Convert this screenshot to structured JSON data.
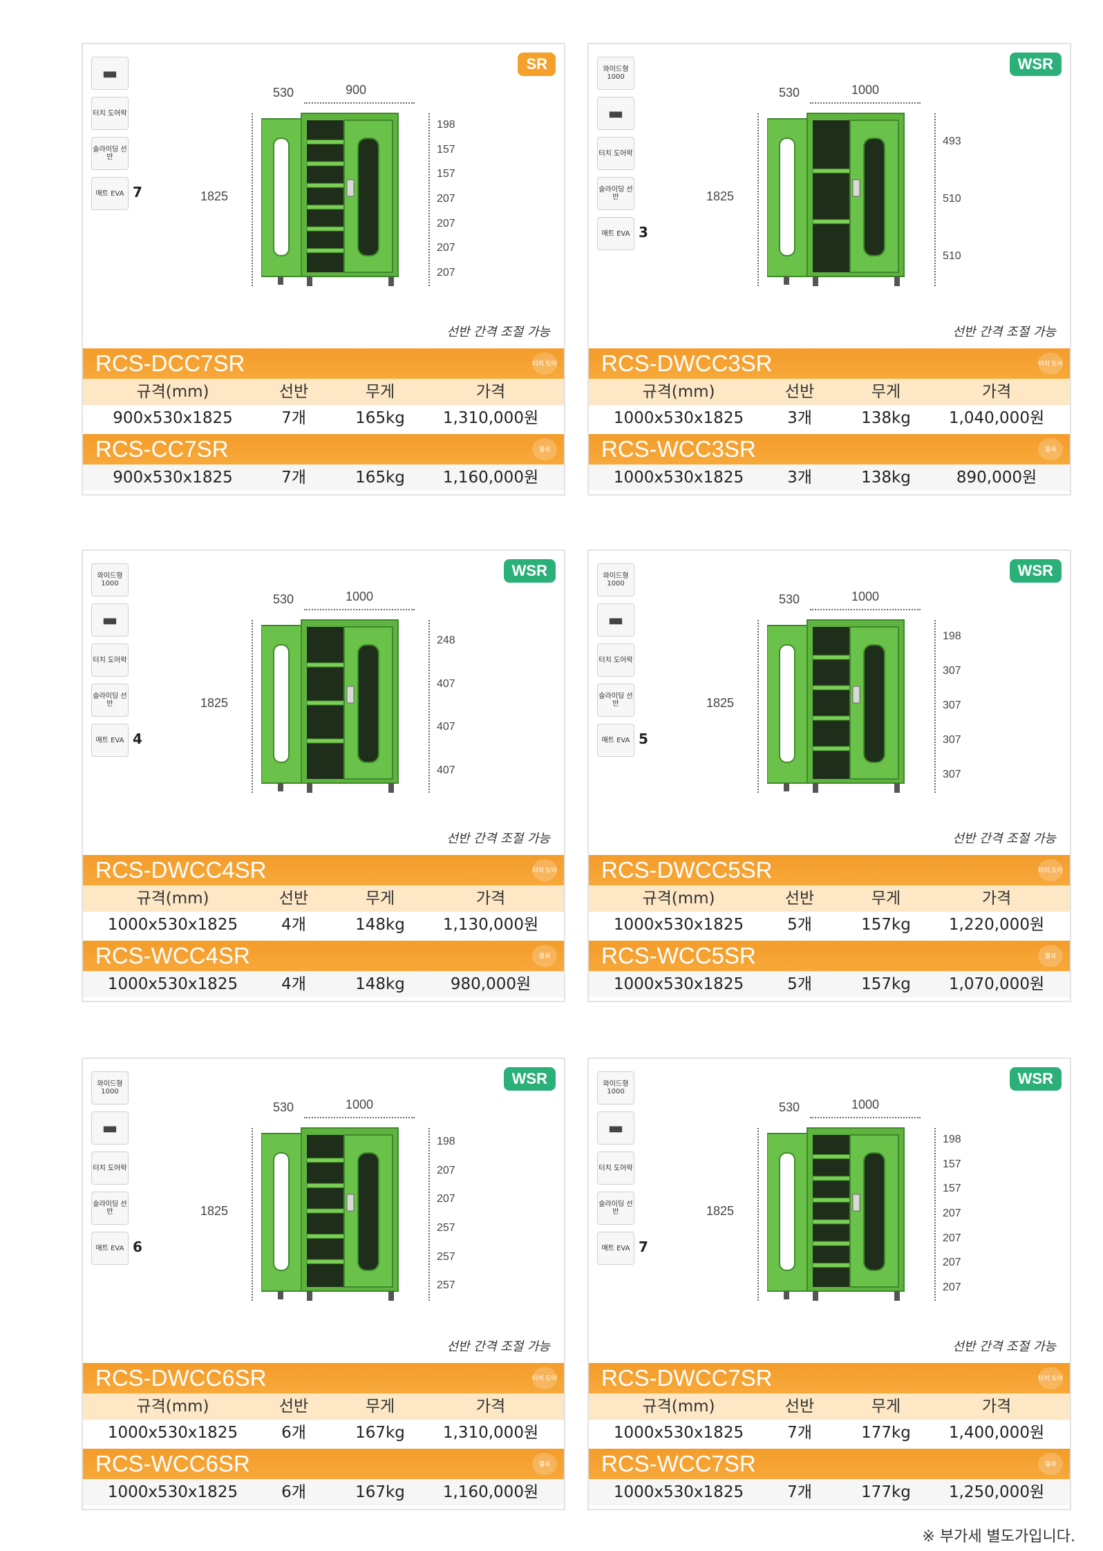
{
  "header_labels": {
    "spec": "규격(mm)",
    "shelf": "선반",
    "weight": "무게",
    "price": "가격"
  },
  "shelf_note": "선반 간격 조절 가능",
  "icon_labels": {
    "wide": "와이드형",
    "wide_value": "1000",
    "touch": "터치 도어락",
    "slide": "슬라이딩 선반",
    "mat": "매트 EVA",
    "tag_touch": "터치 도어락",
    "tag_key": "열쇠"
  },
  "footer": "※ 부가세 별도가입니다.",
  "cards": [
    {
      "badge": "SR",
      "wide": false,
      "mat_count": "7",
      "depth": "530",
      "width": "900",
      "height": "1825",
      "gaps": [
        "198",
        "157",
        "157",
        "207",
        "207",
        "207",
        "207"
      ],
      "model1": "RCS-DCC7SR",
      "model2": "RCS-CC7SR",
      "row1": {
        "spec": "900x530x1825",
        "shelf": "7개",
        "weight": "165kg",
        "price": "1,310,000원"
      },
      "row2": {
        "spec": "900x530x1825",
        "shelf": "7개",
        "weight": "165kg",
        "price": "1,160,000원"
      }
    },
    {
      "badge": "WSR",
      "wide": true,
      "mat_count": "3",
      "depth": "530",
      "width": "1000",
      "height": "1825",
      "gaps": [
        "493",
        "510",
        "510"
      ],
      "model1": "RCS-DWCC3SR",
      "model2": "RCS-WCC3SR",
      "row1": {
        "spec": "1000x530x1825",
        "shelf": "3개",
        "weight": "138kg",
        "price": "1,040,000원"
      },
      "row2": {
        "spec": "1000x530x1825",
        "shelf": "3개",
        "weight": "138kg",
        "price": "890,000원"
      }
    },
    {
      "badge": "WSR",
      "wide": true,
      "mat_count": "4",
      "depth": "530",
      "width": "1000",
      "height": "1825",
      "gaps": [
        "248",
        "407",
        "407",
        "407"
      ],
      "model1": "RCS-DWCC4SR",
      "model2": "RCS-WCC4SR",
      "row1": {
        "spec": "1000x530x1825",
        "shelf": "4개",
        "weight": "148kg",
        "price": "1,130,000원"
      },
      "row2": {
        "spec": "1000x530x1825",
        "shelf": "4개",
        "weight": "148kg",
        "price": "980,000원"
      }
    },
    {
      "badge": "WSR",
      "wide": true,
      "mat_count": "5",
      "depth": "530",
      "width": "1000",
      "height": "1825",
      "gaps": [
        "198",
        "307",
        "307",
        "307",
        "307"
      ],
      "model1": "RCS-DWCC5SR",
      "model2": "RCS-WCC5SR",
      "row1": {
        "spec": "1000x530x1825",
        "shelf": "5개",
        "weight": "157kg",
        "price": "1,220,000원"
      },
      "row2": {
        "spec": "1000x530x1825",
        "shelf": "5개",
        "weight": "157kg",
        "price": "1,070,000원"
      }
    },
    {
      "badge": "WSR",
      "wide": true,
      "mat_count": "6",
      "depth": "530",
      "width": "1000",
      "height": "1825",
      "gaps": [
        "198",
        "207",
        "207",
        "257",
        "257",
        "257"
      ],
      "model1": "RCS-DWCC6SR",
      "model2": "RCS-WCC6SR",
      "row1": {
        "spec": "1000x530x1825",
        "shelf": "6개",
        "weight": "167kg",
        "price": "1,310,000원"
      },
      "row2": {
        "spec": "1000x530x1825",
        "shelf": "6개",
        "weight": "167kg",
        "price": "1,160,000원"
      }
    },
    {
      "badge": "WSR",
      "wide": true,
      "mat_count": "7",
      "depth": "530",
      "width": "1000",
      "height": "1825",
      "gaps": [
        "198",
        "157",
        "157",
        "207",
        "207",
        "207",
        "207"
      ],
      "model1": "RCS-DWCC7SR",
      "model2": "RCS-WCC7SR",
      "row1": {
        "spec": "1000x530x1825",
        "shelf": "7개",
        "weight": "177kg",
        "price": "1,400,000원"
      },
      "row2": {
        "spec": "1000x530x1825",
        "shelf": "7개",
        "weight": "177kg",
        "price": "1,250,000원"
      }
    }
  ]
}
